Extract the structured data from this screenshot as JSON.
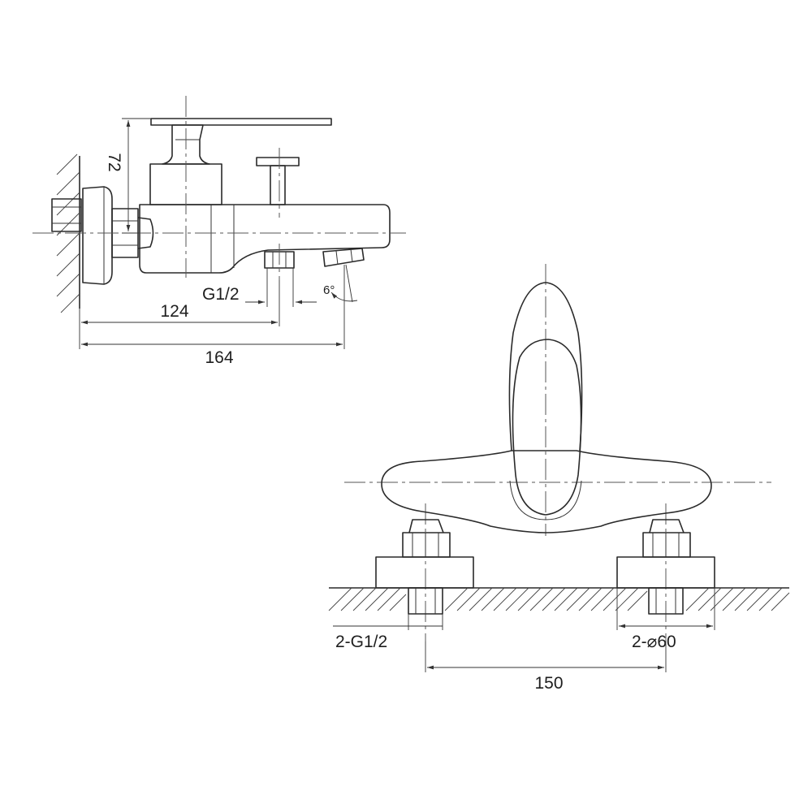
{
  "side_view": {
    "height_label": "72",
    "inlet_label": "G1/2",
    "angle_label": "6°",
    "length_label": "124",
    "total_label": "164"
  },
  "front_view": {
    "connection_label": "2-G1/2",
    "flange_label": "2-⌀60",
    "center_distance_label": "150"
  }
}
